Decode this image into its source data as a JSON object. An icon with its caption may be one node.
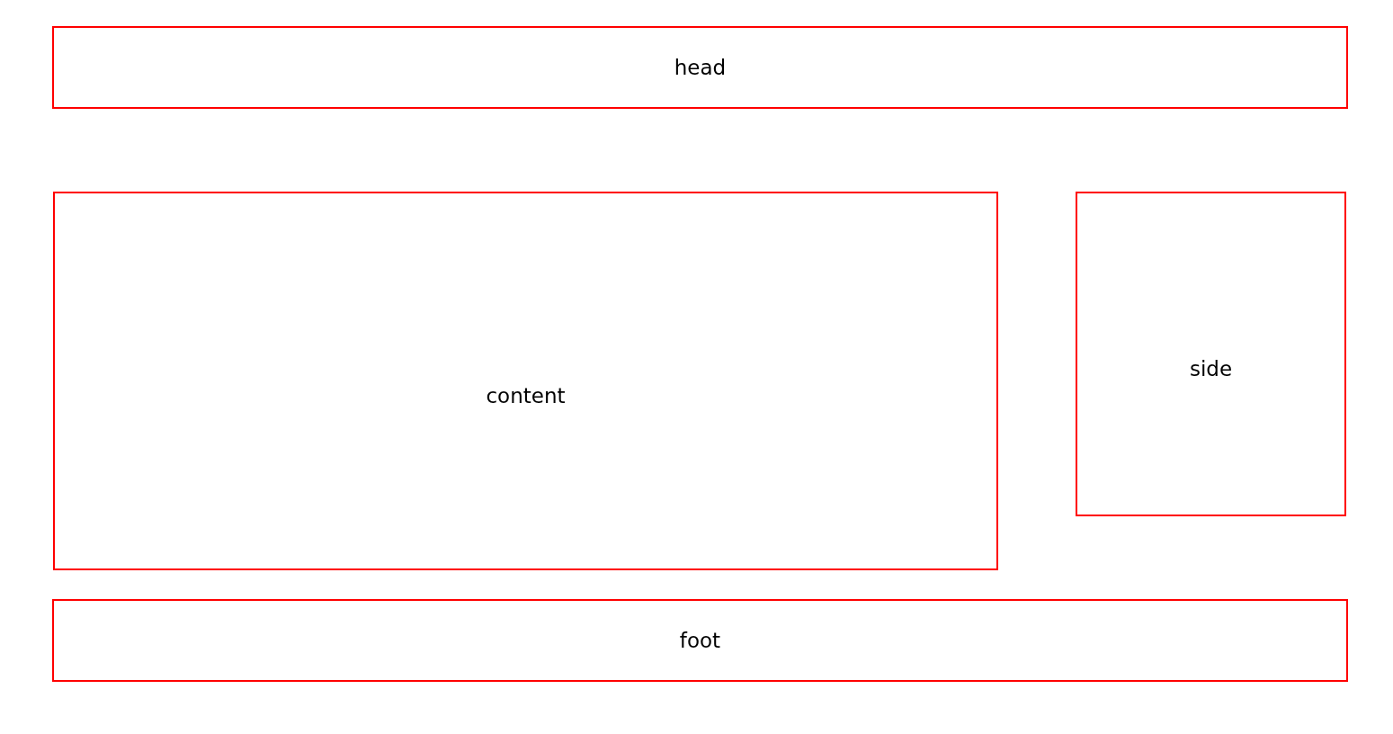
{
  "diagram": {
    "nodes": [
      {
        "text": [
          "head"
        ]
      },
      {
        "text": [
          "content"
        ]
      },
      {
        "text": [
          "side"
        ]
      },
      {
        "text": [
          "foot"
        ]
      }
    ]
  }
}
